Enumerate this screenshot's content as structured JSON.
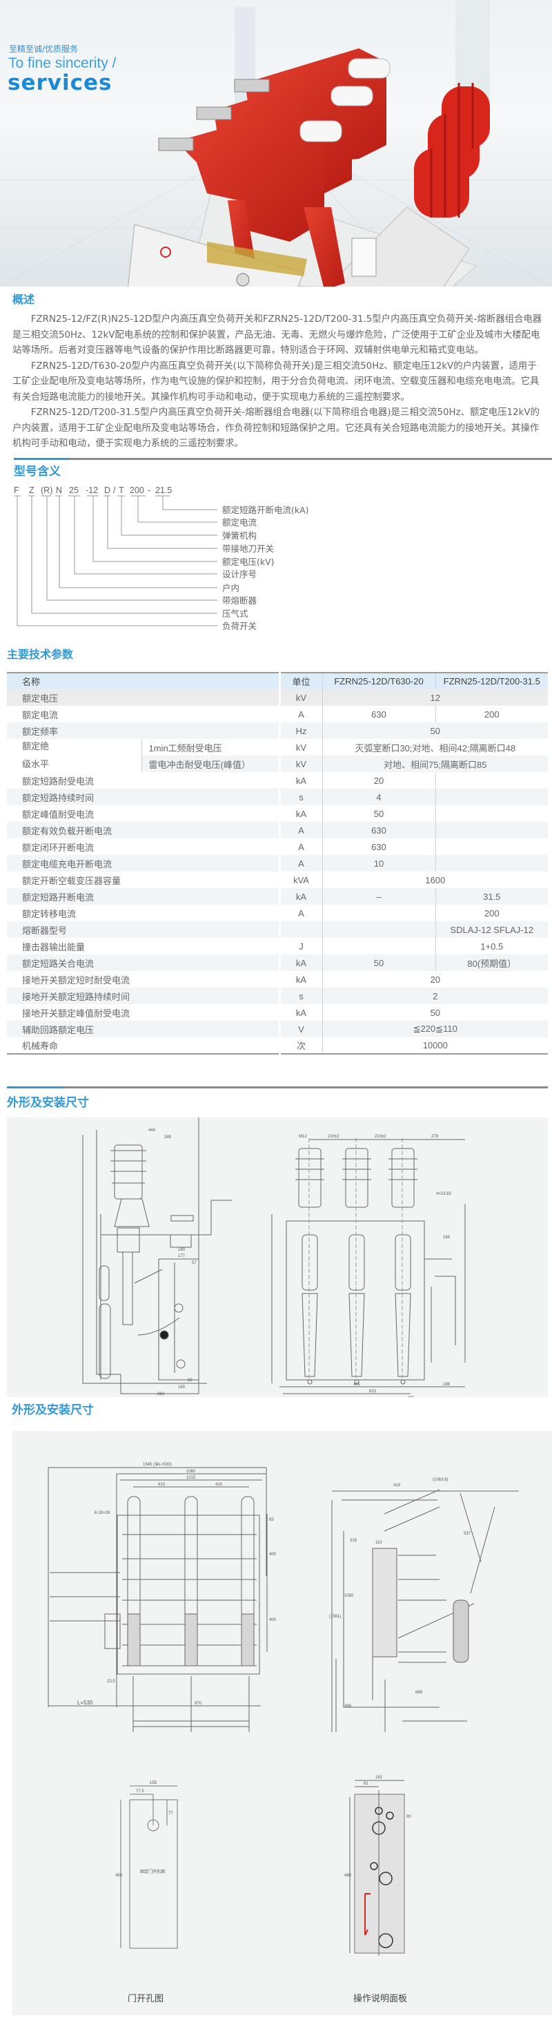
{
  "hero": {
    "slogan_cn": "至精至诚/优质服务",
    "slogan_en": "To fine sincerity /",
    "slogan_big": "services"
  },
  "overview": {
    "title": "概述",
    "paragraphs": [
      "FZRN25-12/FZ(R)N25-12D型户内高压真空负荷开关和FZRN25-12D/T200-31.5型户内高压真空负荷开关-熔断器组合电器是三相交流50Hz、12kV配电系统的控制和保护装置，产品无油、无毒、无燃火与爆炸危险，广泛使用于工矿企业及城市大楼配电站等场所。后者对变压器等电气设备的保护作用比断路器更可靠，特别适合于环网、双辅射供电单元和箱式变电站。",
      "FZRN25-12D/T630-20型户内高压真空负荷开关(以下简称负荷开关)是三相交流50Hz、额定电压12kV的户内装置，适用于工矿企业配电所及变电站等场所，作为电气设施的保护和控制，用于分合负荷电流、闭环电流、空载变压器和电缆充电电流。它具有关合短路电流能力的接地开关。其操作机构可手动和电动，便于实现电力系统的三遥控制要求。",
      "FZRN25-12D/T200-31.5型户内高压真空负荷开关-熔断器组合电器(以下简称组合电器)是三相交流50Hz、额定电压12kV的户内装置，适用于工矿企业配电所及变电站等场合，作负荷控制和短路保护之用。它还具有关合短路电流能力的接地开关。其操作机构可手动和电动，便于实现电力系统的三遥控制要求。"
    ]
  },
  "model": {
    "title": "型号含义",
    "code": [
      "F",
      "Z",
      "(R)",
      "N",
      "25",
      "-12",
      "D",
      "/",
      "T",
      "200",
      "-",
      "21.5"
    ],
    "labels": [
      "额定短路开断电流(kA)",
      "额定电流",
      "弹簧机构",
      "带接地刀开关",
      "额定电压(kV)",
      "设计序号",
      "户内",
      "带熔断器",
      "压气式",
      "负荷开关"
    ]
  },
  "spec": {
    "title": "主要技术参数",
    "header": {
      "name": "名称",
      "unit": "单位",
      "col1": "FZRN25-12D/T630-20",
      "col2": "FZRN25-12D/T200-31.5"
    },
    "rows": [
      {
        "name": "额定电压",
        "unit": "kV",
        "merged": "12"
      },
      {
        "name": "额定电流",
        "unit": "A",
        "v1": "630",
        "v2": "200"
      },
      {
        "name": "额定频率",
        "unit": "Hz",
        "merged": "50"
      },
      {
        "name": "额定绝",
        "name2": "级水平",
        "sub": "1min工频耐受电压",
        "unit": "kV",
        "merged": "灭弧室断口30;对地、相间42;隔离断口48"
      },
      {
        "sub": "雷电冲击耐受电压(峰值）",
        "unit": "kV",
        "merged": "对地、相间75;隔离断口85"
      },
      {
        "name": "额定短路耐受电流",
        "unit": "kA",
        "v1": "20",
        "v2": ""
      },
      {
        "name": "额定短路持续时间",
        "unit": "s",
        "v1": "4",
        "v2": ""
      },
      {
        "name": "额定峰值耐受电流",
        "unit": "kA",
        "v1": "50",
        "v2": ""
      },
      {
        "name": "额定有效负载开断电流",
        "unit": "A",
        "v1": "630",
        "v2": ""
      },
      {
        "name": "额定闭环开断电流",
        "unit": "A",
        "v1": "630",
        "v2": ""
      },
      {
        "name": "额定电缆充电开断电流",
        "unit": "A",
        "v1": "10",
        "v2": ""
      },
      {
        "name": "额定开断空载变压器容量",
        "unit": "kVA",
        "merged": "1600"
      },
      {
        "name": "额定短路开断电流",
        "unit": "kA",
        "v1": "–",
        "v2": "31.5"
      },
      {
        "name": "额定转移电流",
        "unit": "A",
        "v1": "",
        "v2": "200"
      },
      {
        "name": "熔断器型号",
        "unit": "",
        "v1": "",
        "v2": "SDLAJ-12 SFLAJ-12"
      },
      {
        "name": "撞击器输出能量",
        "unit": "J",
        "v1": "",
        "v2": "1+0.5"
      },
      {
        "name": "额定短路关合电流",
        "unit": "kA",
        "v1": "50",
        "v2": "80(预期值）"
      },
      {
        "name": "接地开关额定短时耐受电流",
        "unit": "kA",
        "merged": "20"
      },
      {
        "name": "接地开关额定短路持续时间",
        "unit": "s",
        "merged": "2"
      },
      {
        "name": "接地开关额定峰值耐受电流",
        "unit": "kA",
        "merged": "50"
      },
      {
        "name": "辅助回路额定电压",
        "unit": "V",
        "merged": "≦220≦110"
      },
      {
        "name": "机械寿命",
        "unit": "次",
        "merged": "10000"
      }
    ]
  },
  "dims1": {
    "title": "外形及安装尺寸",
    "left": [
      "444",
      "289",
      "180",
      "177",
      "57",
      "82",
      "180",
      "363"
    ],
    "right": [
      "M12",
      "210±2",
      "210±2",
      "279",
      "4×13.83",
      "184",
      "461",
      "188",
      "823",
      "489"
    ]
  },
  "dims2": {
    "title": "外形及安装尺寸",
    "front": [
      "1545 (当L=530)",
      "1060",
      "1015",
      "410",
      "410",
      "6-18×28",
      "65",
      "400",
      "400",
      "23.5",
      "L=530",
      "970"
    ],
    "side": [
      "(1063.9)",
      "419",
      "110",
      "318",
      "537",
      "1050",
      "(1561)",
      "689",
      "388"
    ],
    "door": [
      "155",
      "77.5",
      "77",
      "450",
      "固定门开孔图"
    ],
    "panel": [
      "162",
      "81",
      "90",
      "480"
    ],
    "captions": [
      "门开孔图",
      "操作说明面板"
    ]
  },
  "colors": {
    "accent": "#2f9ad6",
    "product_red": "#d8261c",
    "panel_bg": "#f2f3f3"
  }
}
